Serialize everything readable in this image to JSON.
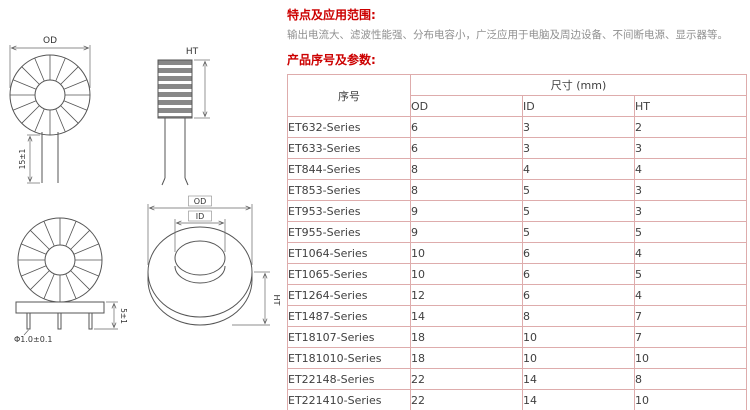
{
  "features": {
    "title": "特点及应用范围:",
    "description": "输出电流大、滤波性能强、分布电容小，广泛应用于电脑及周边设备、不间断电源、显示器等。"
  },
  "params": {
    "title": "产品序号及参数:"
  },
  "table": {
    "col_serial": "序号",
    "col_size": "尺寸 (mm)",
    "sub_cols": [
      "OD",
      "ID",
      "HT"
    ],
    "rows": [
      {
        "name": "ET632-Series",
        "od": "6",
        "id": "3",
        "ht": "2"
      },
      {
        "name": "ET633-Series",
        "od": "6",
        "id": "3",
        "ht": "3"
      },
      {
        "name": "ET844-Series",
        "od": "8",
        "id": "4",
        "ht": "4"
      },
      {
        "name": "ET853-Series",
        "od": "8",
        "id": "5",
        "ht": "3"
      },
      {
        "name": "ET953-Series",
        "od": "9",
        "id": "5",
        "ht": "3"
      },
      {
        "name": "ET955-Series",
        "od": "9",
        "id": "5",
        "ht": "5"
      },
      {
        "name": "ET1064-Series",
        "od": "10",
        "id": "6",
        "ht": "4"
      },
      {
        "name": "ET1065-Series",
        "od": "10",
        "id": "6",
        "ht": "5"
      },
      {
        "name": "ET1264-Series",
        "od": "12",
        "id": "6",
        "ht": "4"
      },
      {
        "name": "ET1487-Series",
        "od": "14",
        "id": "8",
        "ht": "7"
      },
      {
        "name": "ET18107-Series",
        "od": "18",
        "id": "10",
        "ht": "7"
      },
      {
        "name": "ET181010-Series",
        "od": "18",
        "id": "10",
        "ht": "10"
      },
      {
        "name": "ET22148-Series",
        "od": "22",
        "id": "14",
        "ht": "8"
      },
      {
        "name": "ET221410-Series",
        "od": "22",
        "id": "14",
        "ht": "10"
      }
    ]
  },
  "drawings": {
    "od": "OD",
    "id": "ID",
    "ht": "HT",
    "lead_length": "15±1",
    "pin_diameter": "Φ1.0±0.1",
    "base_height": "5±1"
  },
  "colors": {
    "heading_red": "#cc0000",
    "table_border": "#deacac",
    "body_gray": "#8f8f8f",
    "line_gray": "#555555"
  }
}
